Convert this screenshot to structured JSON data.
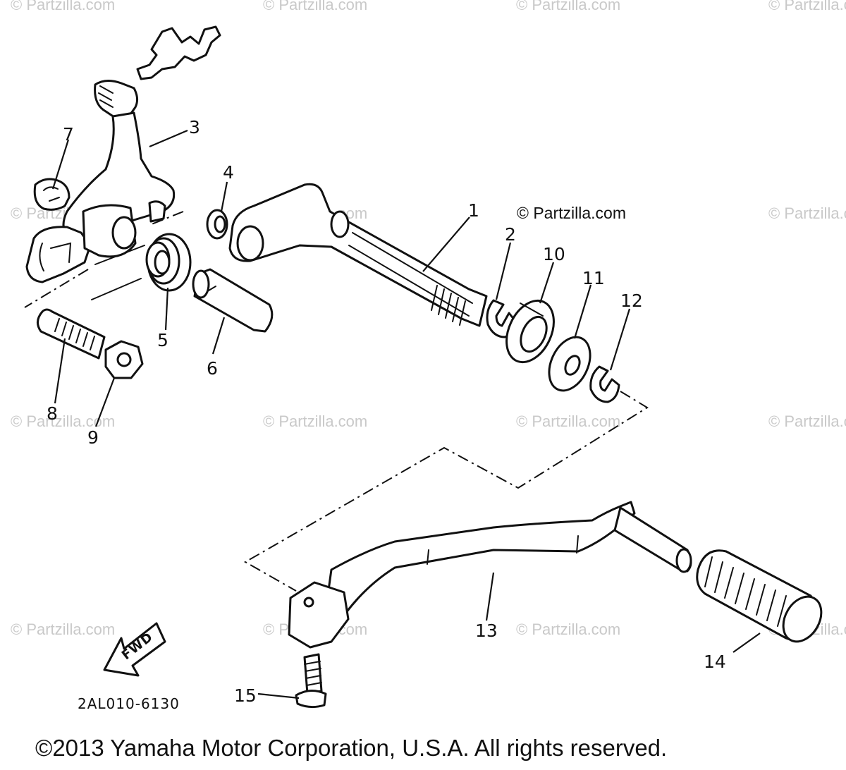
{
  "watermark": "© Partzilla.com",
  "watermark_center": "© Partzilla.com",
  "diagram_code": "2AL010-6130",
  "fwd_label": "FWD",
  "copyright": "©2013 Yamaha Motor Corporation, U.S.A. All rights reserved.",
  "callouts": {
    "c1": "1",
    "c2": "2",
    "c3": "3",
    "c4": "4",
    "c5": "5",
    "c6": "6",
    "c7": "7",
    "c8": "8",
    "c9": "9",
    "c10": "10",
    "c11": "11",
    "c12": "12",
    "c13": "13",
    "c14": "14",
    "c15": "15"
  }
}
